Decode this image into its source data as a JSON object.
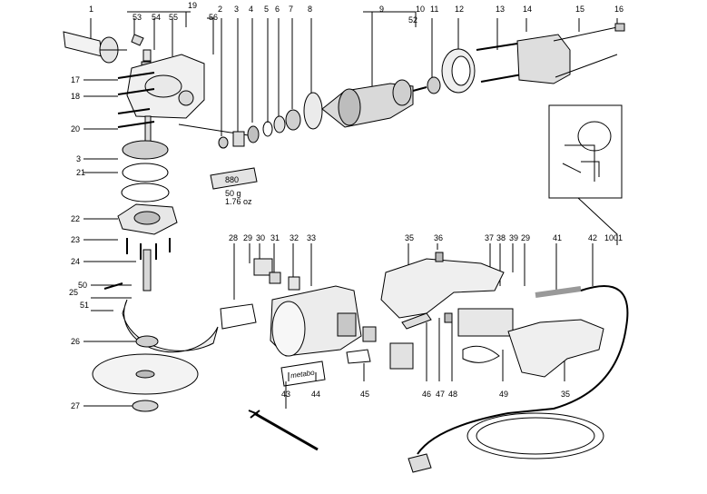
{
  "callouts": [
    "1",
    "53",
    "54",
    "55",
    "19",
    "56",
    "2",
    "3",
    "4",
    "5",
    "6",
    "7",
    "8",
    "9",
    "10",
    "11",
    "12",
    "13",
    "14",
    "15",
    "16",
    "52",
    "17",
    "18",
    "20",
    "3",
    "21",
    "22",
    "23",
    "24",
    "50",
    "25",
    "51",
    "26",
    "27",
    "28",
    "29",
    "30",
    "31",
    "32",
    "33",
    "35",
    "36",
    "37",
    "38",
    "39",
    "29",
    "41",
    "42",
    "1001",
    "46",
    "47",
    "48",
    "49",
    "35",
    "43",
    "44",
    "45"
  ],
  "grease_tube": {
    "number": "880",
    "weight_g": "50 g",
    "weight_oz": "1.76 oz"
  },
  "nameplate_logo": "metabo"
}
